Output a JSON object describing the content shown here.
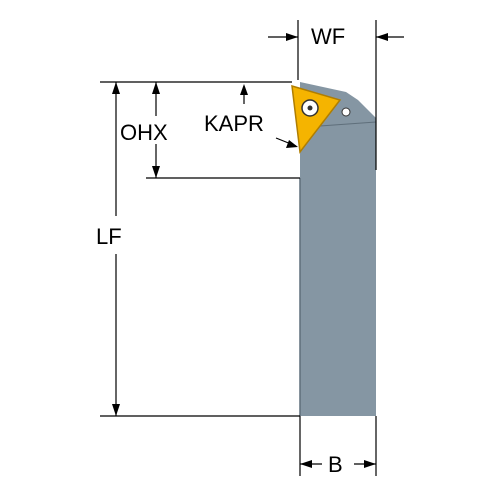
{
  "labels": {
    "wf": "WF",
    "ohx": "OHX",
    "kapr": "KAPR",
    "lf": "LF",
    "b": "B"
  },
  "colors": {
    "shank": "#8596a3",
    "shank_dark": "#5f6f7b",
    "insert": "#f5b400",
    "insert_outline": "#b07e00"
  }
}
